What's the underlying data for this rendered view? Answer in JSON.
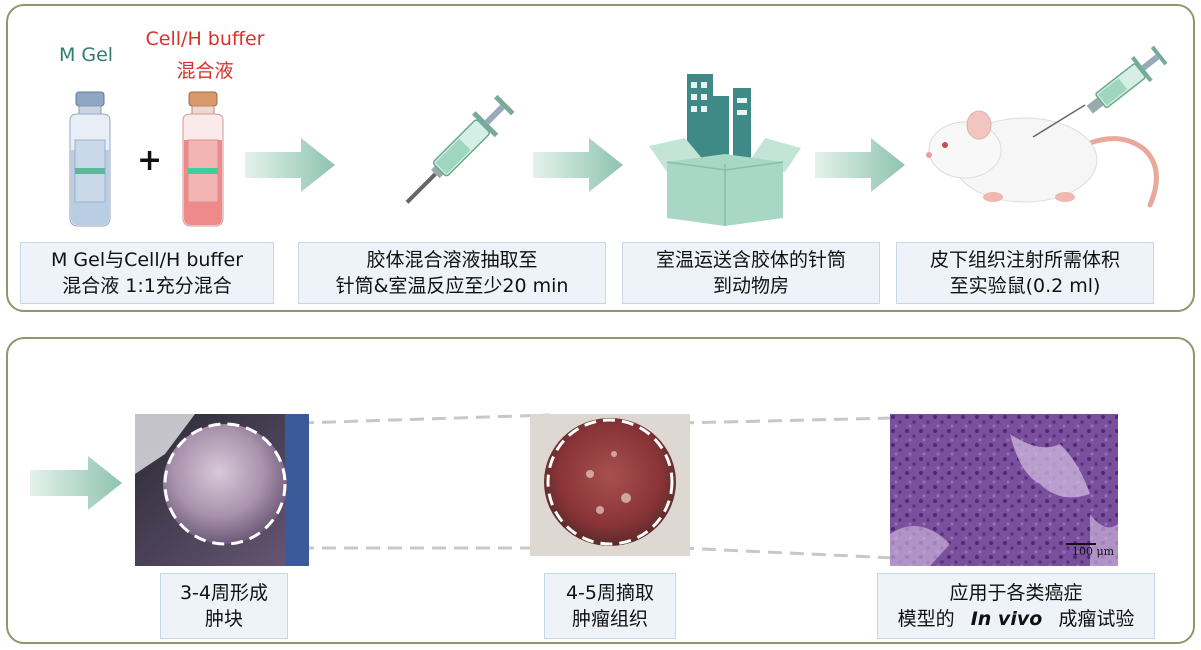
{
  "top": {
    "vial_left_label": "M Gel",
    "vial_right_label_line1": "Cell/H buffer",
    "vial_right_label_line2": "混合液",
    "plus": "+",
    "colors": {
      "m_gel_label": "#2e7d6e",
      "cell_buffer_label": "#d9322b",
      "arrow": "#a8d2c4",
      "box": "#a9d7c5",
      "building": "#3f8a86"
    },
    "steps": [
      {
        "line1": "M Gel与Cell/H buffer",
        "line2": "混合液 1:1充分混合"
      },
      {
        "line1": "胶体混合溶液抽取至",
        "line2": "针筒&室温反应至少20 min"
      },
      {
        "line1": "室温运送含胶体的针筒",
        "line2": "到动物房"
      },
      {
        "line1": "皮下组织注射所需体积",
        "line2": "至实验鼠(0.2 ml)"
      }
    ]
  },
  "bottom": {
    "results": [
      {
        "line1": "3-4周形成",
        "line2": "肿块"
      },
      {
        "line1": "4-5周摘取",
        "line2": "肿瘤组织"
      },
      {
        "line1": "应用于各类癌症",
        "line2_pre": "模型的",
        "line2_italic": "In vivo",
        "line2_post": "成瘤试验"
      }
    ],
    "scale_bar": "100 μm"
  }
}
